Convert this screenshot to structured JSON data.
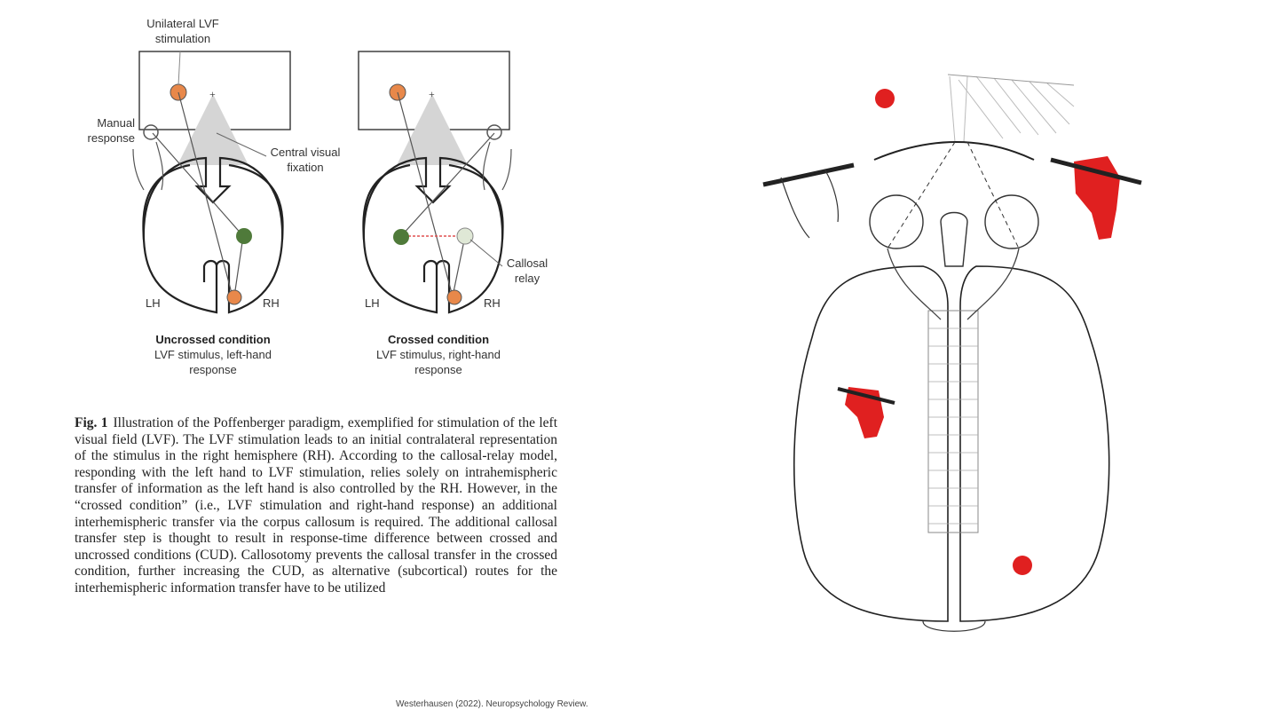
{
  "figure": {
    "labels": {
      "unilateral_lvf": [
        "Unilateral LVF",
        "stimulation"
      ],
      "manual_response": [
        "Manual",
        "response"
      ],
      "central_fixation": [
        "Central visual",
        "fixation"
      ],
      "callosal_relay": [
        "Callosal",
        "relay"
      ],
      "lh": "LH",
      "rh": "RH"
    },
    "conditions": [
      {
        "title": "Uncrossed condition",
        "line1": "LVF stimulus, left-hand",
        "line2": "response"
      },
      {
        "title": "Crossed condition",
        "line1": "LVF stimulus, right-hand",
        "line2": "response"
      }
    ],
    "caption": {
      "fig_label": "Fig. 1",
      "text": "Illustration of the Poffenberger paradigm, exemplified for stimulation of the left visual field (LVF). The LVF stimulation leads to an initial contralateral representation of the stimulus in the right hemisphere (RH). According to the callosal-relay model, responding with the left hand to LVF stimulation, relies solely on intrahemispheric transfer of information as the left hand is also controlled by the RH. However, in the “crossed condition” (i.e., LVF stimulation and right-hand response) an additional interhemispheric transfer via the corpus callosum is required. The additional callosal transfer step is thought to result in response-time difference between crossed and uncrossed conditions (CUD). Callosotomy prevents the callosal transfer in the crossed condition, further increasing the CUD, as alternative (subcortical) routes for the interhemispheric information transfer have to be utilized"
    },
    "citation": "Westerhausen (2022). Neuropsychology Review."
  },
  "colors": {
    "orange": "#e8884a",
    "green_dark": "#4f7a3a",
    "green_light": "#dfe8d6",
    "red": "#e02020",
    "line": "#222222",
    "cone": "#d5d5d5"
  }
}
